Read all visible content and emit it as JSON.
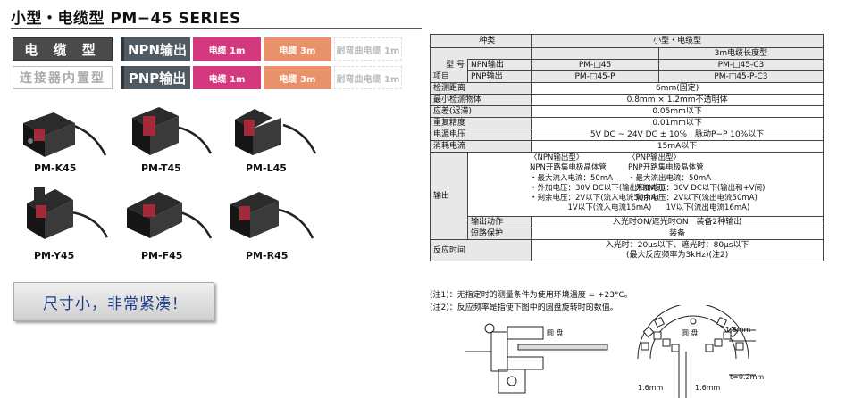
{
  "header": {
    "title": "小型・电缆型 PM−45 SERIES"
  },
  "types": {
    "cable": "电 缆 型",
    "connector": "连接器内置型"
  },
  "outputs": {
    "npn": "NPN输出",
    "pnp": "PNP输出"
  },
  "chips": {
    "cable1m": "电缆 1m",
    "cable3m": "电缆 3m",
    "flex1m": "耐弯曲电缆 1m"
  },
  "products": [
    "PM-K45",
    "PM-T45",
    "PM-L45",
    "PM-Y45",
    "PM-F45",
    "PM-R45"
  ],
  "banner": "尺寸小，非常紧凑！",
  "spec": {
    "kind_label": "种类",
    "kind_value": "小型・电缆型",
    "cable_len": "3m电缆长度型",
    "model_label": "型 号",
    "item_label": "项目",
    "npn_label": "NPN输出",
    "pnp_label": "PNP输出",
    "npn_model1": "PM-□45",
    "npn_model2": "PM-□45-C3",
    "pnp_model1": "PM-□45-P",
    "pnp_model2": "PM-□45-P-C3",
    "rows": [
      {
        "label": "检测距离",
        "value": "6mm(固定)"
      },
      {
        "label": "最小检测物体",
        "value": "0.8mm × 1.2mm不透明体"
      },
      {
        "label": "应差(迟滞)",
        "value": "0.05mm以下"
      },
      {
        "label": "重复精度",
        "value": "0.01mm以下"
      },
      {
        "label": "电源电压",
        "value": "5V DC ~ 24V DC ± 10%　脉动P−P 10%以下"
      },
      {
        "label": "消耗电流",
        "value": "15mA以下"
      }
    ],
    "output_label": "输出",
    "npn_out": [
      "〈NPN输出型〉",
      "NPN开路集电极晶体管",
      "・最大流入电流：50mA",
      "・外加电压：30V DC以下(输出和0V间)",
      "・剩余电压：2V以下(流入电流50mA)",
      "　　　　　1V以下(流入电流16mA)"
    ],
    "pnp_out": [
      "〈PNP输出型〉",
      "PNP开路集电极晶体管",
      "・最大流出电流：50mA",
      "・外加电压：30V DC以下(输出和+V间)",
      "・剩余电压：2V以下(流出电流50mA)",
      "　　　　　1V以下(流出电流16mA)"
    ],
    "action_label": "输出动作",
    "action_value": "入光时ON/遮光时ON　装备2种输出",
    "short_label": "短路保护",
    "short_value": "装备",
    "resp_label": "反应时间",
    "resp_value1": "入光时：20μs以下、遮光时：80μs以下",
    "resp_value2": "(最大反应频率为3kHz)(注2)"
  },
  "notes": [
    "(注1)：无指定时的测量条件为使用环境温度 = +23°C。",
    "(注2)：反应频率是指使下图中的圆盘旋转时的数值。"
  ],
  "diagram": {
    "disc1": "圆 盘",
    "disc2": "圆 盘",
    "dim1": "1.8mm",
    "dim2": "t=0.2mm",
    "dim3": "1.6mm",
    "dim4": "1.6mm"
  }
}
